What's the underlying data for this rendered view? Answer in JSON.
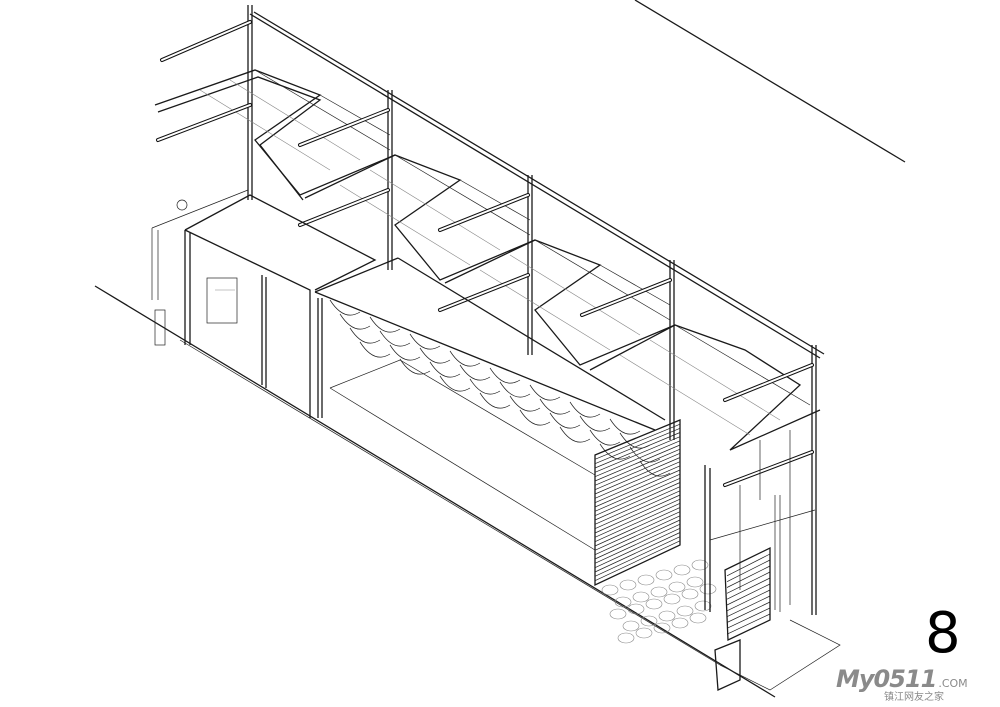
{
  "drawing": {
    "title": "Axonometric section drawing of a narrow glass-roofed pavilion",
    "number": "8"
  },
  "watermark": {
    "logo": "My0511",
    "domain": ".COM",
    "subtitle": "镇江网友之家"
  },
  "colors": {
    "line": "#1a1a1a",
    "watermark": "#8a8a8a",
    "background": "#ffffff"
  }
}
